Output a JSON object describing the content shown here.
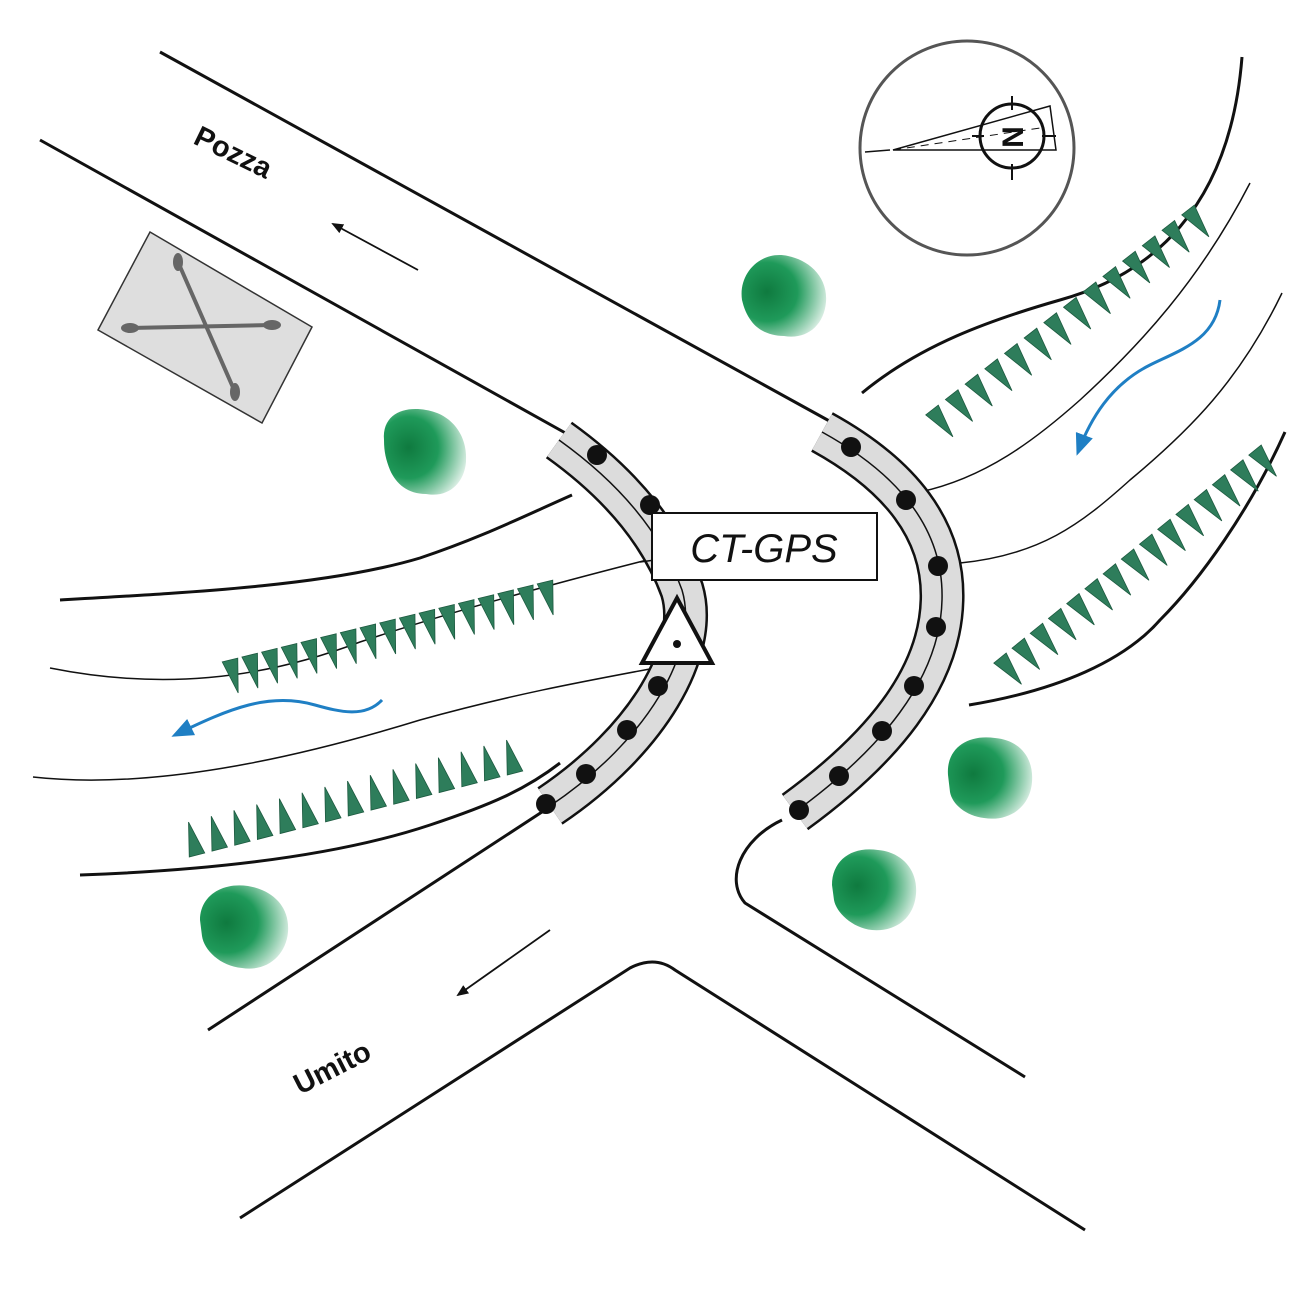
{
  "roads": {
    "north_west": "Pozza",
    "south_west": "Umito"
  },
  "station": {
    "label": "CT-GPS"
  },
  "compass": {
    "letter": "N"
  },
  "colors": {
    "road_line": "#111111",
    "retaining_wall_fill": "#dcdcdc",
    "monitoring_point": "#111111",
    "vegetation": "#1a8a4a",
    "stream_arrow": "#1f7fc4",
    "slope_hatch": "#2e7d5b",
    "bridge_box": "#dedede",
    "compass_ring": "#555555"
  },
  "icons": {
    "bridge": "crossed-rods-icon",
    "station": "triangle-benchmark-icon",
    "north": "north-arrow-icon",
    "tree": "tree-icon",
    "flow": "flow-arrow-icon"
  }
}
